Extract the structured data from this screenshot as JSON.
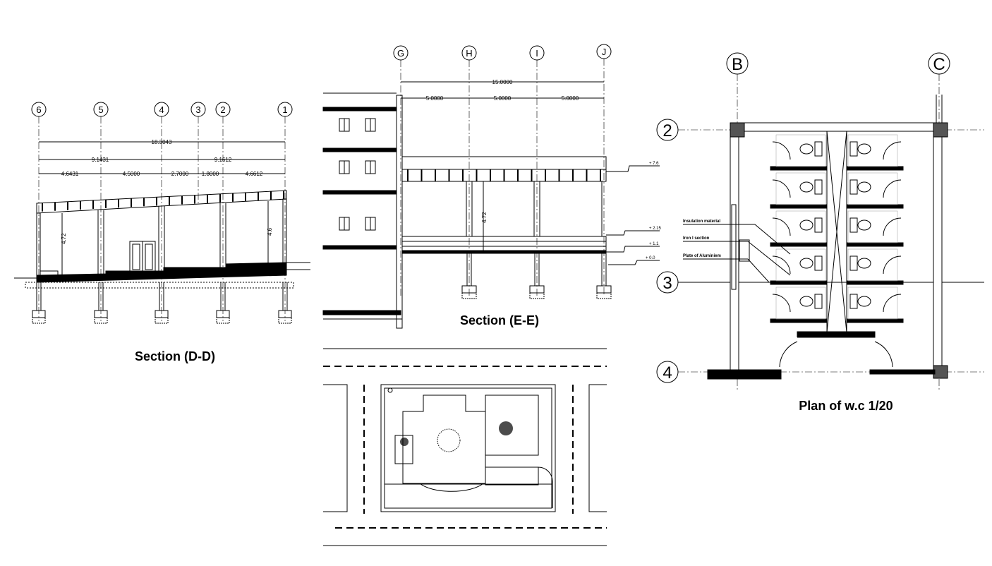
{
  "section_dd": {
    "title": "Section (D-D)",
    "grid_labels": [
      "6",
      "5",
      "4",
      "3",
      "2",
      "1"
    ],
    "dims": {
      "overall": "18.3043",
      "left_half": "9.1431",
      "right_half": "9.1612",
      "spans": [
        "4.6431",
        "4.5000",
        "2.7000",
        "1.8000",
        "4.6612"
      ]
    },
    "height_labels": [
      "4.72",
      "4.6"
    ]
  },
  "section_ee": {
    "title": "Section (E-E)",
    "grid_labels": [
      "G",
      "H",
      "I",
      "J"
    ],
    "dims": {
      "overall": "15.0000",
      "spans": [
        "5.0000",
        "5.0000",
        "5.0000"
      ]
    },
    "height_label": "4.72",
    "levels": [
      "+ 7.6",
      "+ 2.15",
      "+ 1.1",
      "+ 0.0"
    ]
  },
  "plan_wc": {
    "title": "Plan of w.c  1/20",
    "col_labels": [
      "B",
      "C"
    ],
    "row_labels": [
      "2",
      "3",
      "4"
    ],
    "notes": [
      "Insulation material",
      "Iron I section",
      "Plate of Aluminiem"
    ]
  }
}
